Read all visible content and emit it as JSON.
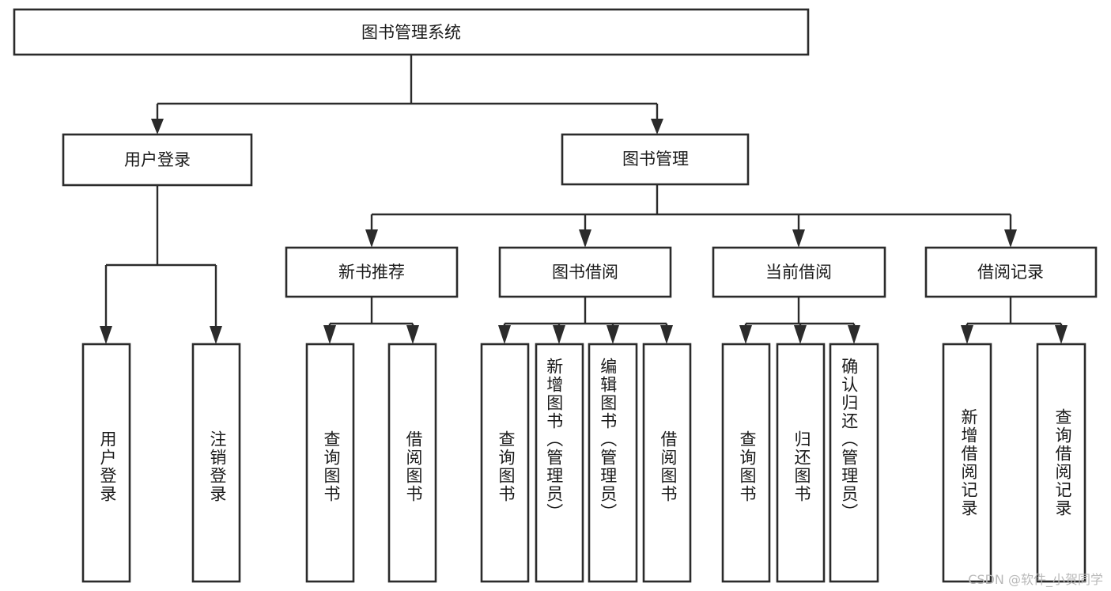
{
  "diagram": {
    "title": "图书管理系统",
    "type": "tree-hierarchy-diagram",
    "colors": {
      "box_stroke": "#2b2b2b",
      "box_fill": "#ffffff",
      "connector": "#2b2b2b",
      "text": "#1a1a1a",
      "background": "#ffffff",
      "watermark": "#b9b9b9"
    },
    "root": {
      "label": "图书管理系统"
    },
    "level2": [
      {
        "label": "用户登录"
      },
      {
        "label": "图书管理"
      }
    ],
    "level3": [
      {
        "label": "新书推荐"
      },
      {
        "label": "图书借阅"
      },
      {
        "label": "当前借阅"
      },
      {
        "label": "借阅记录"
      }
    ],
    "leaves": {
      "user_login": [
        {
          "label": "用户登录"
        },
        {
          "label": "注销登录"
        }
      ],
      "new_book_recommend": [
        {
          "label": "查询图书"
        },
        {
          "label": "借阅图书"
        }
      ],
      "book_borrow": [
        {
          "label": "查询图书"
        },
        {
          "label": "新增图书（管理员）"
        },
        {
          "label": "编辑图书（管理员）"
        },
        {
          "label": "借阅图书"
        }
      ],
      "current_borrow": [
        {
          "label": "查询图书"
        },
        {
          "label": "归还图书"
        },
        {
          "label": "确认归还（管理员）"
        }
      ],
      "borrow_record": [
        {
          "label": "新增借阅记录"
        },
        {
          "label": "查询借阅记录"
        }
      ]
    }
  },
  "watermark": {
    "text": "CSDN @软件_小贺同学"
  }
}
